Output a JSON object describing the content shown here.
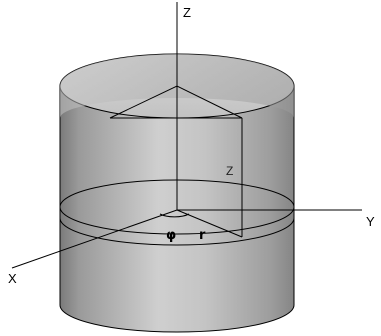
{
  "diagram": {
    "axis_labels": {
      "z_axis": "Z",
      "y_axis": "Y",
      "x_axis": "X"
    },
    "quantity_labels": {
      "height": "Z",
      "angle": "φ",
      "radius": "r"
    },
    "colors": {
      "cylinder_side_light": "#c6c6c6",
      "cylinder_side_dark": "#7f7f7f",
      "top_fill": "#d0d0d0",
      "line": "#000000",
      "background": "#ffffff"
    }
  }
}
